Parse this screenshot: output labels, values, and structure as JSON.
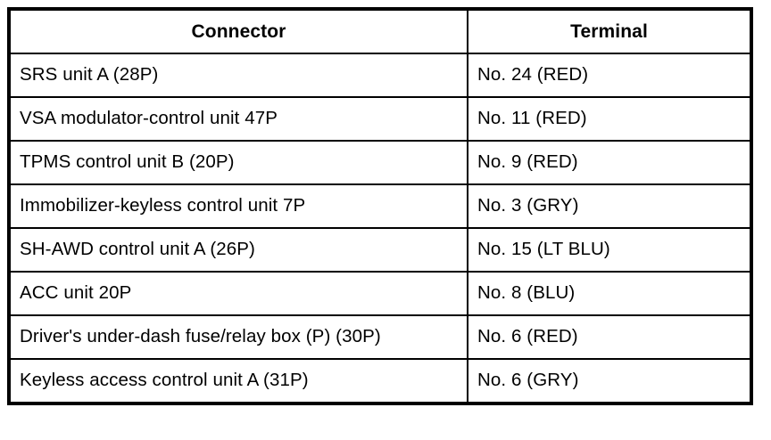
{
  "table": {
    "columns": [
      {
        "key": "connector",
        "label": "Connector"
      },
      {
        "key": "terminal",
        "label": "Terminal"
      }
    ],
    "rows": [
      {
        "connector": "SRS unit A (28P)",
        "terminal": "No. 24 (RED)"
      },
      {
        "connector": "VSA modulator-control unit 47P",
        "terminal": "No. 11 (RED)"
      },
      {
        "connector": "TPMS control unit B (20P)",
        "terminal": "No. 9 (RED)"
      },
      {
        "connector": "Immobilizer-keyless control unit 7P",
        "terminal": "No. 3 (GRY)"
      },
      {
        "connector": "SH-AWD control unit A (26P)",
        "terminal": "No. 15 (LT BLU)"
      },
      {
        "connector": "ACC unit 20P",
        "terminal": "No. 8 (BLU)"
      },
      {
        "connector": "Driver's under-dash fuse/relay box (P) (30P)",
        "terminal": "No. 6 (RED)"
      },
      {
        "connector": "Keyless access control unit A (31P)",
        "terminal": "No. 6 (GRY)"
      }
    ]
  },
  "colors": {
    "border": "#000000",
    "text": "#000000",
    "background": "#ffffff"
  }
}
